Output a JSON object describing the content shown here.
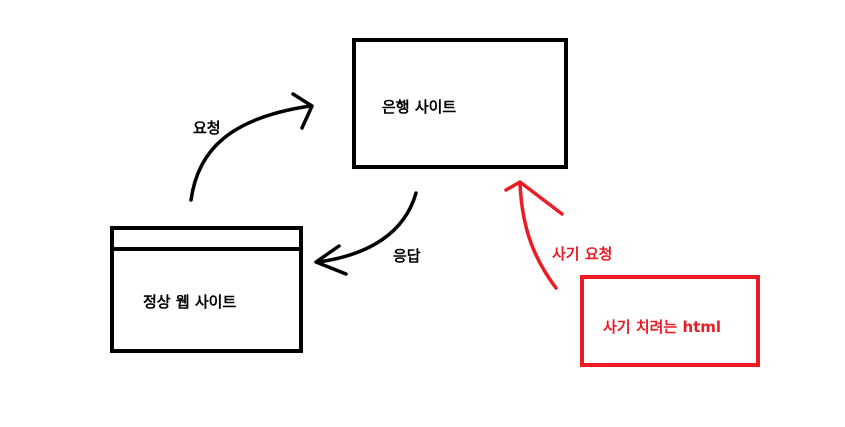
{
  "diagram": {
    "bank_site": "은행 사이트",
    "normal_site": "정상 웹 사이트",
    "phishing_html": "사기 치려는 html",
    "request_label": "요청",
    "response_label": "응답",
    "phishing_request_label": "사기 요청"
  },
  "colors": {
    "normal": "#000000",
    "phishing": "#ed1c24"
  }
}
